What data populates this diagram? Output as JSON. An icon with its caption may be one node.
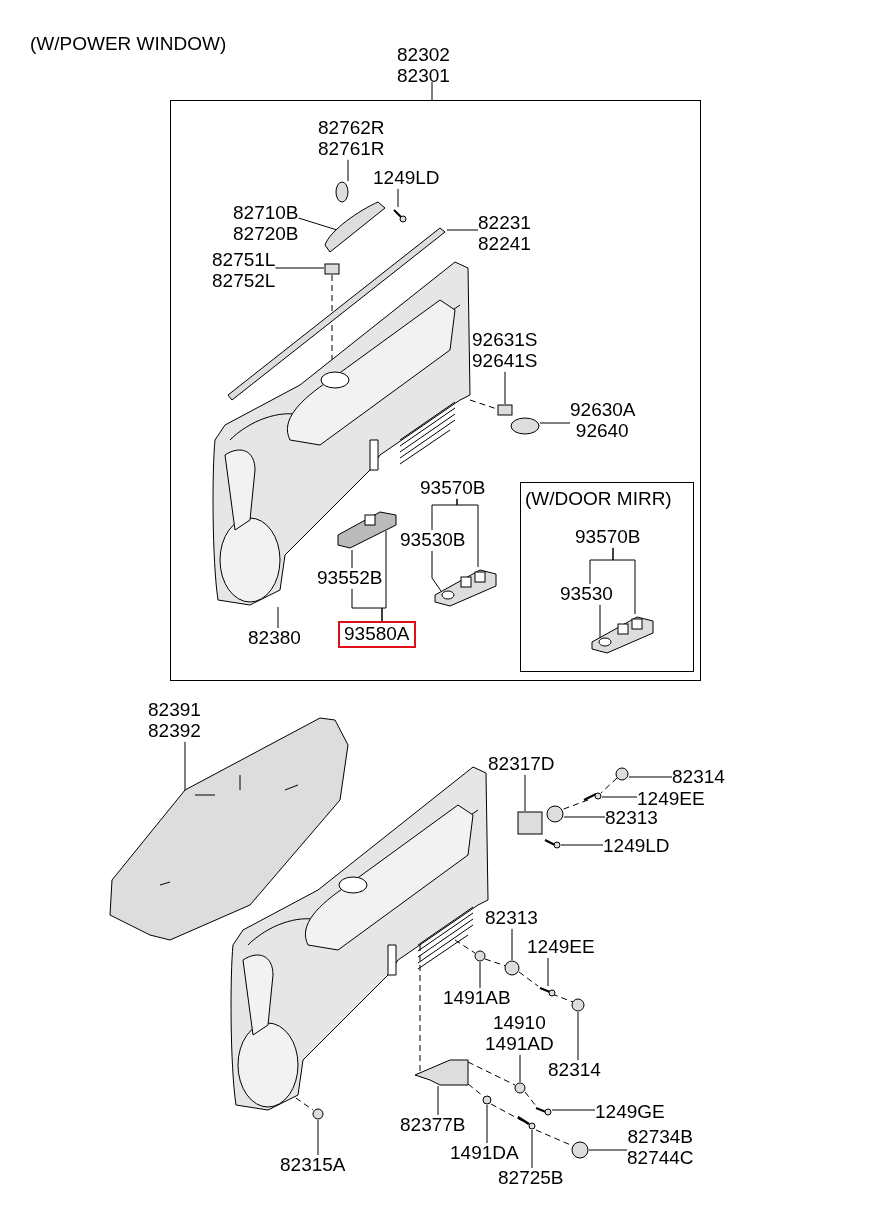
{
  "diagram": {
    "title": "(W/POWER WINDOW)",
    "nodes": [
      {
        "text": [
          "82302 82301"
        ]
      },
      {
        "text": [
          "82762R 82761R"
        ],
        "in": 0
      },
      {
        "text": [
          "1249LD"
        ],
        "in": 0
      },
      {
        "text": [
          "82710B 82720B"
        ],
        "in": 0
      },
      {
        "text": [
          "82231 82241"
        ],
        "in": 0
      },
      {
        "text": [
          "82751L 82752L"
        ],
        "in": 0
      },
      {
        "text": [
          "92631S 92641S"
        ],
        "in": 0
      },
      {
        "text": [
          "92630A 92640"
        ],
        "in": 0
      },
      {
        "text": [
          "93570B"
        ],
        "in": 0
      },
      {
        "text": [
          "93530B"
        ],
        "in": 0
      },
      {
        "text": [
          "93552B"
        ],
        "in": 0
      },
      {
        "text": [
          "93580A"
        ],
        "in": 0
      },
      {
        "text": [
          "82380"
        ],
        "in": 0
      },
      {
        "text": [
          "(W/DOOR MIRR)"
        ],
        "in": 0
      },
      {
        "text": [
          "93570B"
        ],
        "in": 13
      },
      {
        "text": [
          "93530"
        ],
        "in": 13
      },
      {
        "text": [
          "82391 82392"
        ]
      },
      {
        "text": [
          "82317D"
        ]
      },
      {
        "text": [
          "82314"
        ]
      },
      {
        "text": [
          "1249EE"
        ]
      },
      {
        "text": [
          "82313"
        ]
      },
      {
        "text": [
          "1249LD"
        ]
      },
      {
        "text": [
          "82313"
        ]
      },
      {
        "text": [
          "1249EE"
        ]
      },
      {
        "text": [
          "1491AB"
        ]
      },
      {
        "text": [
          "14910 1491AD"
        ]
      },
      {
        "text": [
          "82314"
        ]
      },
      {
        "text": [
          "1249GE"
        ]
      },
      {
        "text": [
          "82377B"
        ]
      },
      {
        "text": [
          "1491DA"
        ]
      },
      {
        "text": [
          "82725B"
        ]
      },
      {
        "text": [
          "82734B 82744C"
        ]
      },
      {
        "text": [
          "82315A"
        ]
      },
      {
        "text": [],
        "shape": "circle",
        "in": 0
      },
      {
        "text": [],
        "shape": "picture",
        "in": 0
      },
      {
        "text": [],
        "shape": "picture",
        "in": 0
      },
      {
        "text": [],
        "shape": "picture",
        "in": 0
      },
      {
        "text": [],
        "shape": "box",
        "in": 0
      },
      {
        "text": [],
        "shape": "box",
        "in": 0
      },
      {
        "text": [],
        "shape": "circle",
        "in": 0
      },
      {
        "text": [],
        "shape": "picture",
        "in": 0
      },
      {
        "text": [],
        "shape": "picture",
        "in": 0
      },
      {
        "text": [],
        "shape": "picture",
        "in": 0
      },
      {
        "text": [],
        "shape": "picture",
        "in": 13
      },
      {
        "text": [],
        "shape": "picture"
      },
      {
        "text": [],
        "shape": "box"
      },
      {
        "text": [],
        "shape": "circle"
      },
      {
        "text": [],
        "shape": "picture"
      },
      {
        "text": [],
        "shape": "circle"
      },
      {
        "text": [],
        "shape": "picture"
      },
      {
        "text": [],
        "shape": "picture"
      },
      {
        "text": [],
        "shape": "circle"
      },
      {
        "text": [],
        "shape": "circle"
      },
      {
        "text": [],
        "shape": "picture"
      },
      {
        "text": [],
        "shape": "circle"
      },
      {
        "text": [],
        "shape": "picture"
      },
      {
        "text": [],
        "shape": "circle"
      },
      {
        "text": [],
        "shape": "picture"
      },
      {
        "text": [],
        "shape": "circle"
      },
      {
        "text": [],
        "shape": "picture"
      },
      {
        "text": [],
        "shape": "circle"
      },
      {
        "text": [],
        "shape": "circle"
      }
    ],
    "edges": [
      {
        "from": 1,
        "to": 33,
        "arrow": "none"
      },
      {
        "from": 2,
        "to": 34,
        "arrow": "none"
      },
      {
        "from": 3,
        "to": 35,
        "arrow": "none"
      },
      {
        "from": 4,
        "to": 36,
        "arrow": "none"
      },
      {
        "from": 5,
        "to": 37,
        "arrow": "none"
      },
      {
        "from": 6,
        "to": 38,
        "arrow": "none"
      },
      {
        "from": 7,
        "to": 39,
        "arrow": "none"
      },
      {
        "from": 8,
        "to": 9,
        "arrow": "none"
      },
      {
        "from": 8,
        "to": 42,
        "arrow": "none"
      },
      {
        "from": 9,
        "to": 42,
        "arrow": "none"
      },
      {
        "from": 10,
        "to": 41,
        "arrow": "none"
      },
      {
        "from": 11,
        "to": 10,
        "arrow": "none"
      },
      {
        "from": 11,
        "to": 41,
        "arrow": "none"
      },
      {
        "from": 12,
        "to": 40,
        "arrow": "none"
      },
      {
        "from": 14,
        "to": 15,
        "arrow": "none"
      },
      {
        "from": 14,
        "to": 43,
        "arrow": "none"
      },
      {
        "from": 15,
        "to": 43,
        "arrow": "none"
      },
      {
        "from": 16,
        "to": 44,
        "arrow": "none"
      },
      {
        "from": 17,
        "to": 45,
        "arrow": "none"
      },
      {
        "from": 18,
        "to": 46,
        "arrow": "none"
      },
      {
        "from": 19,
        "to": 47,
        "arrow": "none"
      },
      {
        "from": 20,
        "to": 48,
        "arrow": "none"
      },
      {
        "from": 21,
        "to": 49,
        "arrow": "none"
      },
      {
        "from": 22,
        "to": 52,
        "arrow": "none"
      },
      {
        "from": 23,
        "to": 53,
        "arrow": "none"
      },
      {
        "from": 24,
        "to": 51,
        "arrow": "none"
      },
      {
        "from": 25,
        "to": 56,
        "arrow": "none"
      },
      {
        "from": 26,
        "to": 54,
        "arrow": "none"
      },
      {
        "from": 27,
        "to": 57,
        "arrow": "none"
      },
      {
        "from": 28,
        "to": 55,
        "arrow": "none"
      },
      {
        "from": 29,
        "to": 58,
        "arrow": "none"
      },
      {
        "from": 30,
        "to": 59,
        "arrow": "none"
      },
      {
        "from": 31,
        "to": 60,
        "arrow": "none"
      },
      {
        "from": 32,
        "to": 61,
        "arrow": "none"
      },
      {
        "from": 37,
        "to": 40,
        "arrow": "none",
        "style": "dashed"
      },
      {
        "from": 40,
        "to": 38,
        "arrow": "none",
        "style": "dashed"
      },
      {
        "from": 46,
        "to": 47,
        "arrow": "none",
        "style": "dashed"
      },
      {
        "from": 47,
        "to": 48,
        "arrow": "none",
        "style": "dashed"
      },
      {
        "from": 50,
        "to": 61,
        "arrow": "none",
        "style": "dashed"
      },
      {
        "from": 50,
        "to": 55,
        "arrow": "none",
        "style": "dashed"
      },
      {
        "from": 50,
        "to": 51,
        "arrow": "none",
        "style": "dashed"
      },
      {
        "from": 51,
        "to": 52,
        "arrow": "none",
        "style": "dashed"
      },
      {
        "from": 52,
        "to": 53,
        "arrow": "none",
        "style": "dashed"
      },
      {
        "from": 53,
        "to": 54,
        "arrow": "none",
        "style": "dashed"
      },
      {
        "from": 55,
        "to": 56,
        "arrow": "none",
        "style": "dashed"
      },
      {
        "from": 56,
        "to": 57,
        "arrow": "none",
        "style": "dashed"
      },
      {
        "from": 55,
        "to": 58,
        "arrow": "none",
        "style": "dashed"
      },
      {
        "from": 58,
        "to": 59,
        "arrow": "none",
        "style": "dashed"
      },
      {
        "from": 59,
        "to": 60,
        "arrow": "none",
        "style": "dashed"
      }
    ]
  }
}
